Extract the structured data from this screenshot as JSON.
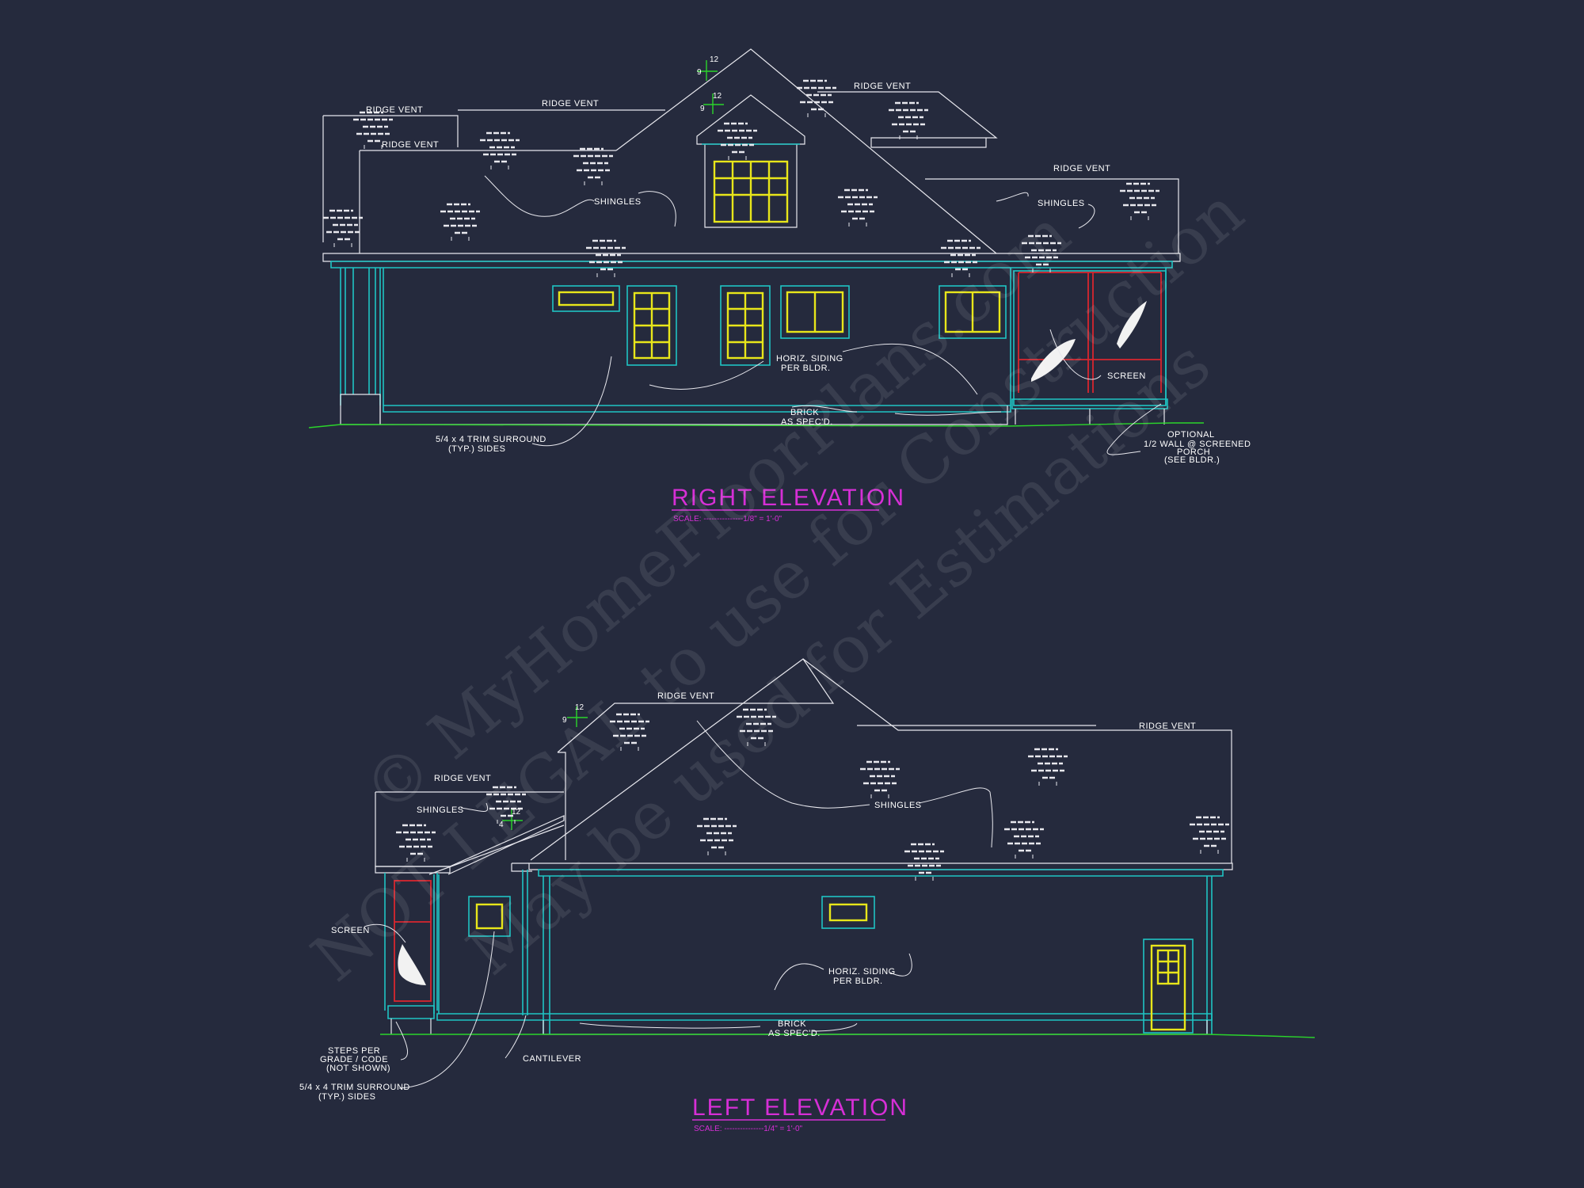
{
  "watermark": {
    "line1": "© MyHomeFloorPlans.com",
    "line2": "NOT LEGAL to use for Construction",
    "line3": "May be used for Estimations"
  },
  "right_elevation": {
    "title": "RIGHT ELEVATION",
    "scale": "SCALE: ---------------1/8\" = 1'-0\"",
    "pitch_main": {
      "rise": "9",
      "run": "12"
    },
    "pitch_dormer": {
      "rise": "9",
      "run": "12"
    },
    "labels": {
      "ridge_vent_1": "RIDGE VENT",
      "ridge_vent_2": "RIDGE VENT",
      "ridge_vent_3": "RIDGE VENT",
      "ridge_vent_4": "RIDGE VENT",
      "ridge_vent_5": "RIDGE VENT",
      "shingles_1": "SHINGLES",
      "shingles_2": "SHINGLES",
      "siding_1": "HORIZ. SIDING",
      "siding_2": "PER BLDR.",
      "screen": "SCREEN",
      "brick_1": "BRICK",
      "brick_2": "AS SPEC'D.",
      "trim_1": "5/4 x 4 TRIM SURROUND",
      "trim_2": "(TYP.) SIDES",
      "porch_1": "OPTIONAL",
      "porch_2": "1/2 WALL @ SCREENED",
      "porch_3": "PORCH",
      "porch_4": "(SEE BLDR.)"
    }
  },
  "left_elevation": {
    "title": "LEFT ELEVATION",
    "scale": "SCALE: ---------------1/4\" = 1'-0\"",
    "pitch_main": {
      "rise": "9",
      "run": "12"
    },
    "pitch_porch": {
      "rise": "4",
      "run": "12"
    },
    "labels": {
      "ridge_vent_1": "RIDGE VENT",
      "ridge_vent_2": "RIDGE VENT",
      "ridge_vent_3": "RIDGE VENT",
      "shingles_1": "SHINGLES",
      "shingles_2": "SHINGLES",
      "screen": "SCREEN",
      "siding_1": "HORIZ. SIDING",
      "siding_2": "PER BLDR.",
      "brick_1": "BRICK",
      "brick_2": "AS SPEC'D.",
      "steps_1": "STEPS PER",
      "steps_2": "GRADE / CODE",
      "steps_3": "(NOT SHOWN)",
      "cantilever": "CANTILEVER",
      "trim_1": "5/4 x 4 TRIM SURROUND",
      "trim_2": "(TYP.) SIDES"
    }
  },
  "colors": {
    "background": "#252a3d",
    "linework": "#e8e8ee",
    "trim": "#1fc4c4",
    "windows": "#e8e61a",
    "screen": "#d8262e",
    "ground": "#2bd42b",
    "titles": "#d62fd6"
  }
}
